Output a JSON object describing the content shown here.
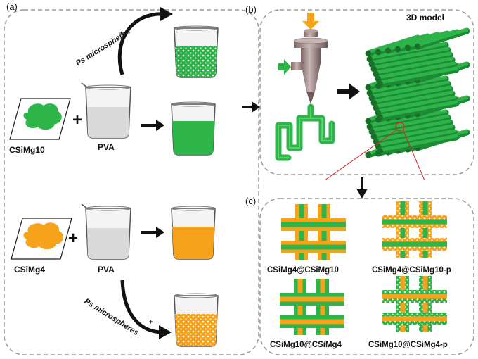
{
  "panels": {
    "a": "(a)",
    "b": "(b)",
    "c": "(c)"
  },
  "materials": {
    "csimg10": "CSiMg10",
    "csimg4": "CSiMg4",
    "pva_top": "PVA",
    "pva_bottom": "PVA"
  },
  "additive": {
    "top_text": "Ps microspheres",
    "bottom_text": "Ps microspheres",
    "plus": "+"
  },
  "model_label": "3D model",
  "scaffolds": [
    {
      "label": "CSiMg4@CSiMg10",
      "porous": false,
      "core": "green",
      "shell": "orange"
    },
    {
      "label": "CSiMg4@CSiMg10-p",
      "porous": true,
      "core": "green",
      "shell": "orange"
    },
    {
      "label": "CSiMg10@CSiMg4",
      "porous": false,
      "core": "orange",
      "shell": "green"
    },
    {
      "label": "CSiMg10@CSiMg4-p",
      "porous": true,
      "core": "orange",
      "shell": "green"
    }
  ],
  "colors": {
    "green": "#2db54a",
    "green_dark": "#1e8a35",
    "orange": "#f7a21b",
    "panel_border": "#9a9a9a",
    "nozzle": "#9c8282"
  }
}
